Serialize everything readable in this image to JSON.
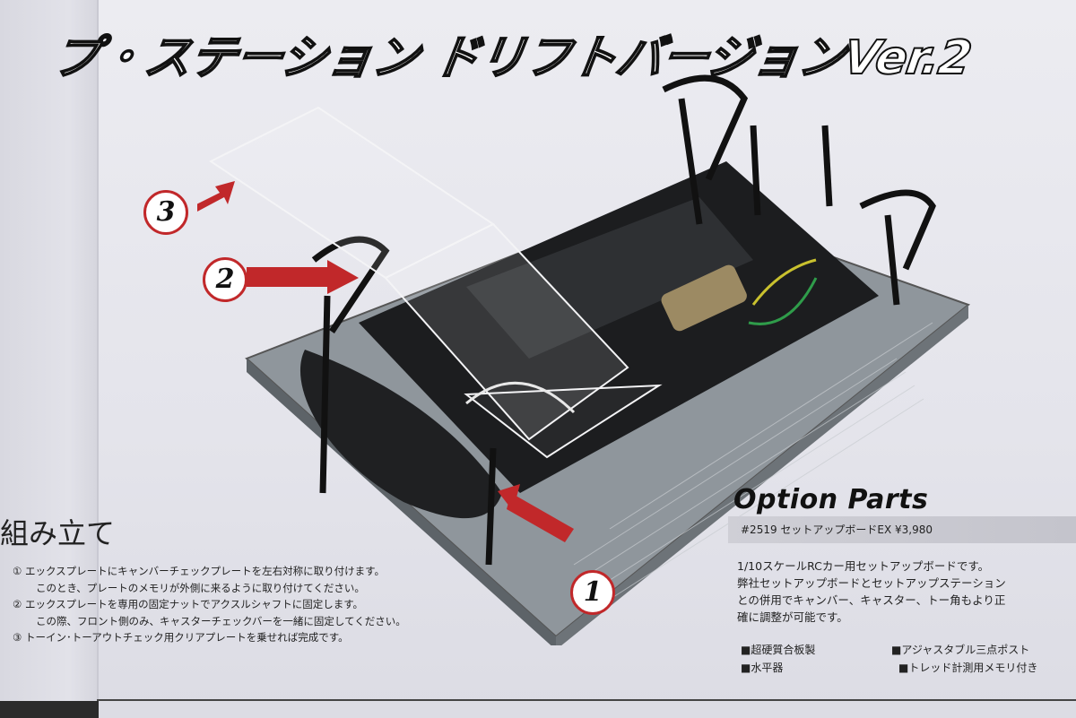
{
  "title": "プ・ステーション ドリフトバージョンVer.2",
  "callouts": [
    "1",
    "2",
    "3"
  ],
  "assembly": {
    "heading": "組み立て",
    "steps": [
      "① エックスプレートにキャンバーチェックプレートを左右対称に取り付けます。",
      "このとき、プレートのメモリが外側に来るように取り付けてください。",
      "② エックスプレートを専用の固定ナットでアクスルシャフトに固定します。",
      "この際、フロント側のみ、キャスターチェックバーを一緒に固定してください。",
      "③ トーイン･トーアウトチェック用クリアプレートを乗せれば完成です。"
    ]
  },
  "option": {
    "title": "Option Parts",
    "product": "#2519 セットアップボードEX ¥3,980",
    "description": [
      "1/10スケールRCカー用セットアップボードです。",
      "弊社セットアップボードとセットアップステーション",
      "との併用でキャンバー、キャスター、トー角もより正",
      "確に調整が可能です。"
    ],
    "features": [
      "■超硬質合板製",
      "■アジャスタブル三点ポスト",
      "■水平器",
      "■トレッド計測用メモリ付き"
    ]
  },
  "colors": {
    "accent_red": "#c1282a",
    "board_grey": "#8f969c"
  }
}
